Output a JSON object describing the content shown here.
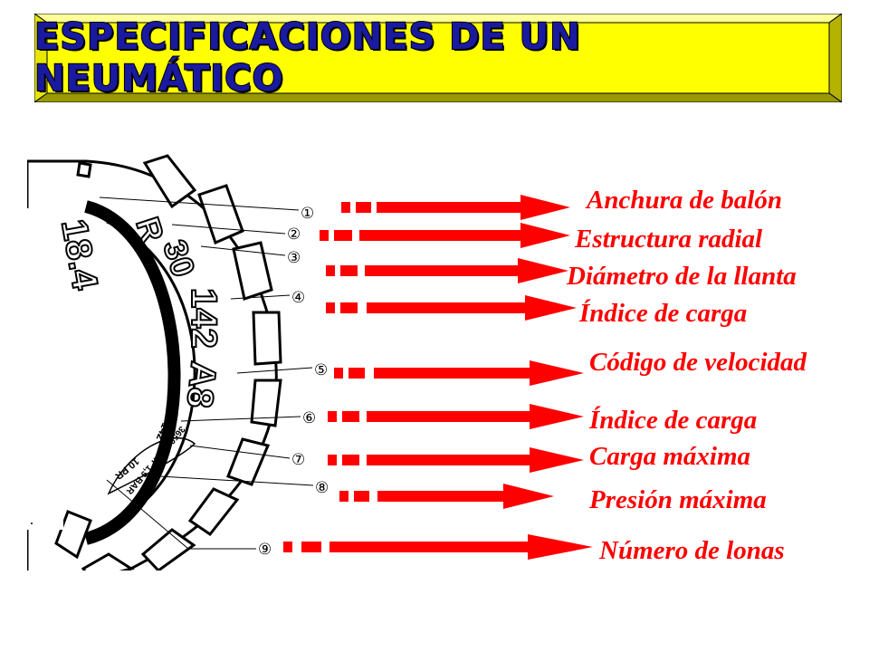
{
  "title": "ESPECIFICACIONES DE UN NEUMÁTICO",
  "colors": {
    "plaque_fill": "#ffff00",
    "title_text": "#1a1aa0",
    "label_text": "#ff0000",
    "arrow_fill": "#ff0000"
  },
  "sidewall_markings": [
    "18.4",
    "R",
    "30",
    "142",
    "A8",
    "142",
    "3650 Kg AT 1,9 BAR",
    "10 PR"
  ],
  "callout_numbers": [
    "①",
    "②",
    "③",
    "④",
    "⑤",
    "⑥",
    "⑦",
    "⑧",
    "⑨"
  ],
  "labels": [
    "Anchura de balón",
    "Estructura radial",
    "Diámetro de la llanta",
    "Índice de carga",
    "Código de velocidad",
    "Índice de carga",
    "Carga máxima",
    "Presión máxima",
    "Número de lonas"
  ]
}
